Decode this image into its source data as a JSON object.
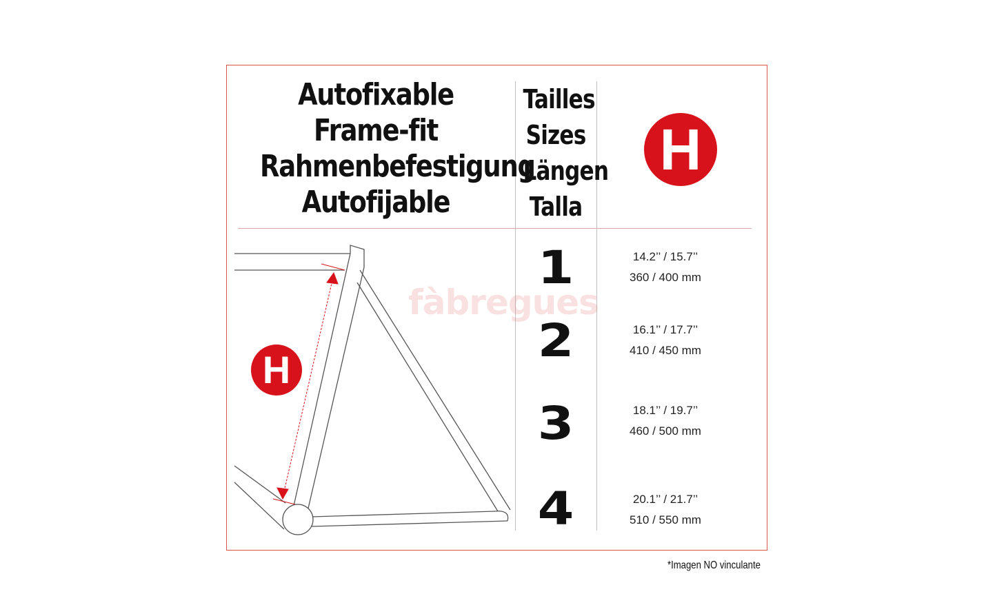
{
  "title_lines": [
    "Autofixable",
    "Frame-fit",
    "Rahmenbefestigung",
    "Autofijable"
  ],
  "size_header_lines": [
    "Tailles",
    "Sizes",
    "Längen",
    "Talla"
  ],
  "badge_letter": "H",
  "sizes": [
    {
      "number": "1",
      "inches": "14.2’’ / 15.7’’",
      "mm": "360  / 400  mm"
    },
    {
      "number": "2",
      "inches": "16.1’’ / 17.7’’",
      "mm": "410  / 450  mm"
    },
    {
      "number": "3",
      "inches": "18.1’’ / 19.7’’",
      "mm": "460  / 500  mm"
    },
    {
      "number": "4",
      "inches": "20.1’’ / 21.7’’",
      "mm": "510  / 550  mm"
    }
  ],
  "watermark": "fàbregues",
  "disclaimer": "*Imagen NO vinculante",
  "colors": {
    "accent": "#d8121b",
    "border": "#d9534f"
  }
}
